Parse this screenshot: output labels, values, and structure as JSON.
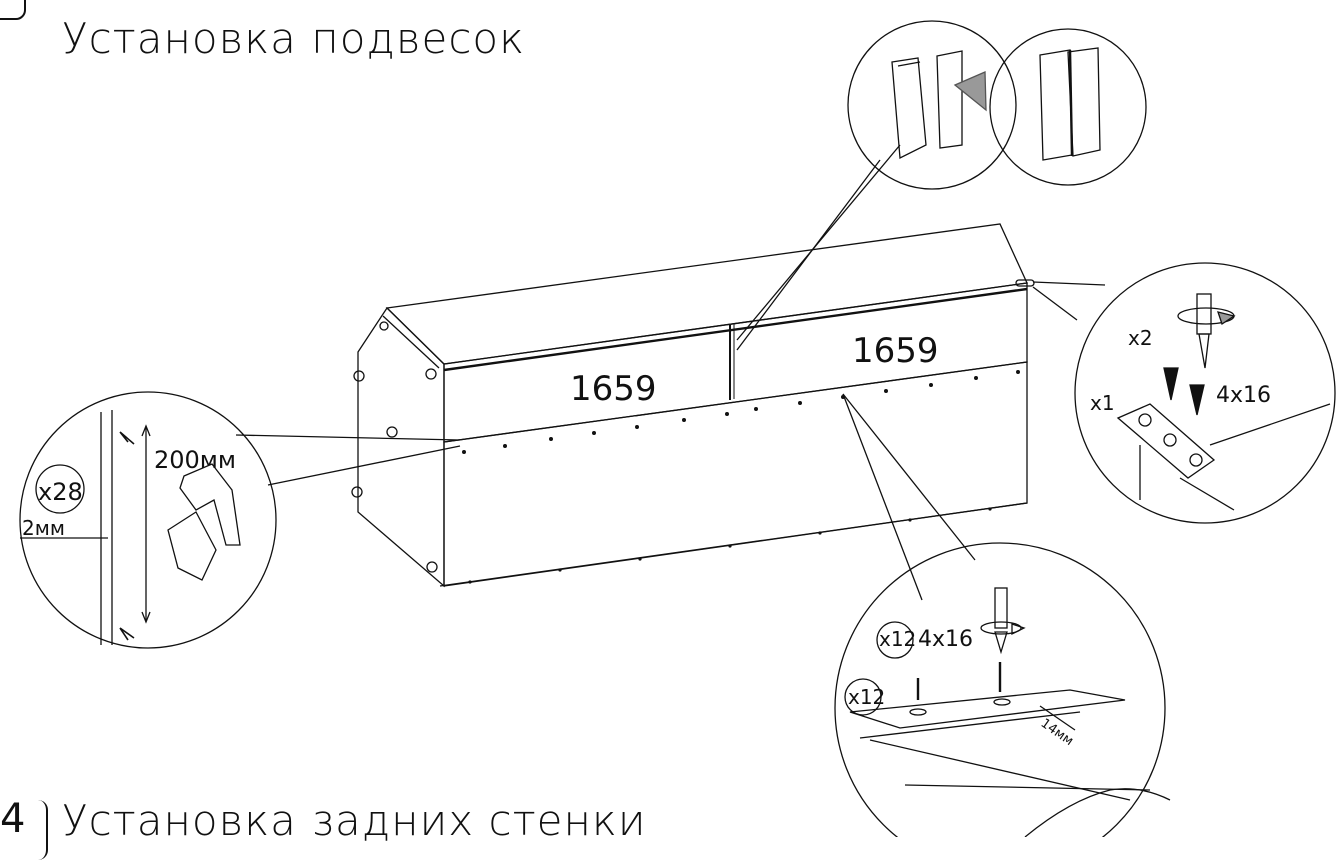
{
  "heading": {
    "title": "Установка подвесок"
  },
  "footer": {
    "step_number": "4",
    "next_title": "Установка задних стенки"
  },
  "panels": {
    "left_width": "1659",
    "right_width": "1659"
  },
  "nail_callout": {
    "count": "x28",
    "spacing": "200мм",
    "gap": "2мм"
  },
  "hanger_callout": {
    "screw_count": "x2",
    "plate_count": "x1",
    "screw_size": "4x16"
  },
  "bottom_callout": {
    "screw_count": "x12",
    "screw_size": "4x16",
    "washer_count": "x12",
    "offset": "14мм"
  }
}
